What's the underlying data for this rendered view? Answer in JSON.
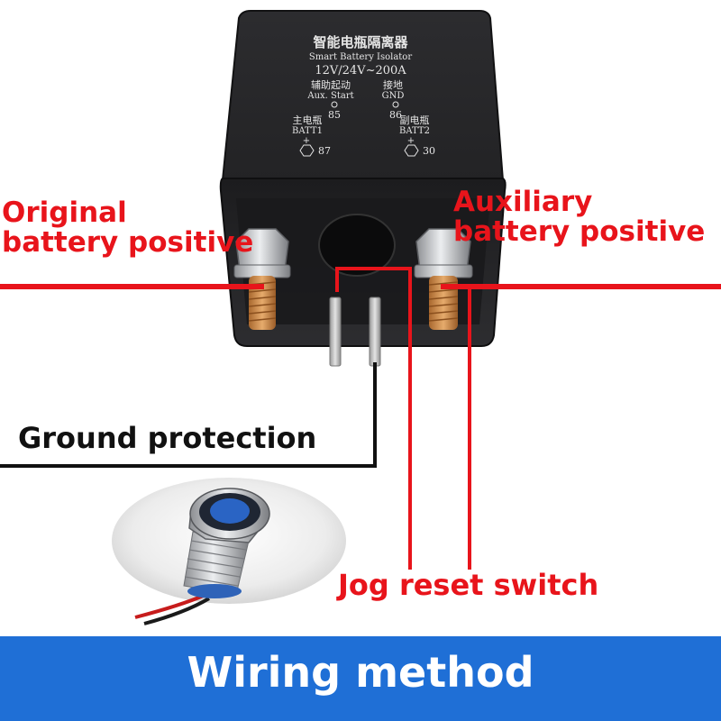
{
  "colors": {
    "wire_red": "#e8141b",
    "wire_black": "#111111",
    "banner": "#1f6fd6",
    "device_body": "#2a2a2c",
    "copper": "#c98a4b"
  },
  "device": {
    "title_cn": "智能电瓶隔离器",
    "title_en": "Smart Battery Isolator",
    "rating": "12V/24V~200A",
    "aux_start_cn": "辅助起动",
    "aux_start_en": "Aux. Start",
    "aux_start_pin": "85",
    "gnd_cn": "接地",
    "gnd_en": "GND",
    "gnd_pin": "86",
    "batt1_cn": "主电瓶",
    "batt1_en": "BATT1",
    "batt1_pin": "87",
    "batt2_cn": "副电瓶",
    "batt2_en": "BATT2",
    "batt2_pin": "30",
    "plus": "+"
  },
  "labels": {
    "original_line1": "Original",
    "original_line2": "battery positive",
    "auxiliary_line1": "Auxiliary",
    "auxiliary_line2": "battery positive",
    "ground": "Ground protection",
    "jog": "Jog reset switch"
  },
  "banner": {
    "title": "Wiring method"
  },
  "icons": {
    "switch": "push-button-switch-icon",
    "isolator": "battery-isolator-icon"
  }
}
